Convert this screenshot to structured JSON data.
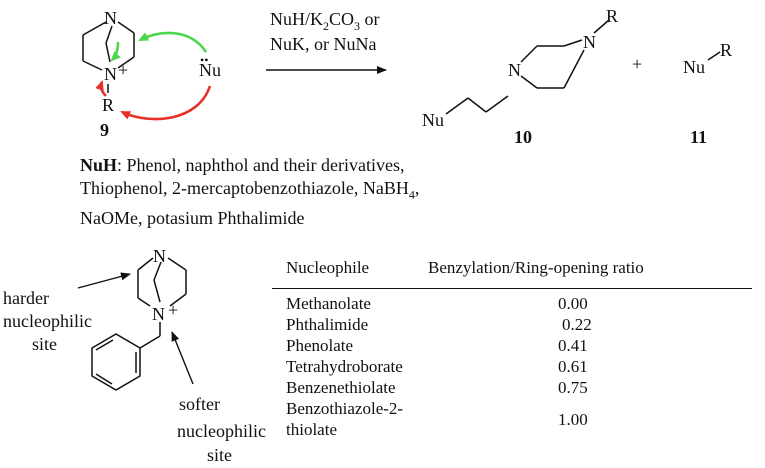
{
  "scheme": {
    "compound_9": {
      "label": "9",
      "atom_N_top": "N",
      "atom_N_plus": "N",
      "charge": "+",
      "substituent": "R",
      "nucleophile": "Nu",
      "lone_pair": "••"
    },
    "conditions": {
      "line1_prefix": "NuH/K",
      "line1_sub1": "2",
      "line1_mid": "CO",
      "line1_sub2": "3",
      "line1_suffix": " or",
      "line2": "NuK, or NuNa"
    },
    "product_10": {
      "label": "10",
      "nu": "Nu",
      "n_left": "N",
      "n_right": "N",
      "r": "R"
    },
    "plus": "+",
    "product_11": {
      "label": "11",
      "nu": "Nu",
      "r": "R"
    }
  },
  "nuh_note": {
    "label": "NuH",
    "line1_rest": ": Phenol, naphthol and their derivatives,",
    "line2_prefix": "Thiophenol, 2-mercaptobenzothiazole, NaBH",
    "line2_sub": "4",
    "line2_suffix": ",",
    "line3": "NaOMe, potasium Phthalimide"
  },
  "benzyl_structure": {
    "atom_N_top": "N",
    "atom_N_plus": "N",
    "charge": "+",
    "harder_label": [
      "harder",
      "nucleophilic",
      "site"
    ],
    "softer_label": [
      "softer",
      "nucleophilic",
      "site"
    ]
  },
  "table": {
    "headers": [
      "Nucleophile",
      "Benzylation/Ring-opening ratio"
    ],
    "rows": [
      {
        "nucleophile": "Methanolate",
        "ratio": "0.00"
      },
      {
        "nucleophile": "Phthalimide",
        "ratio": "0.22"
      },
      {
        "nucleophile": "Phenolate",
        "ratio": "0.41"
      },
      {
        "nucleophile": "Tetrahydroborate",
        "ratio": "0.61"
      },
      {
        "nucleophile": "Benzenethiolate",
        "ratio": "0.75"
      },
      {
        "nucleophile": "Benzothiazole-2-thiolate",
        "ratio": "1.00"
      }
    ]
  },
  "colors": {
    "green_arrow": "#4cd64c",
    "red_arrow": "#e8302a",
    "ink": "#111111"
  }
}
